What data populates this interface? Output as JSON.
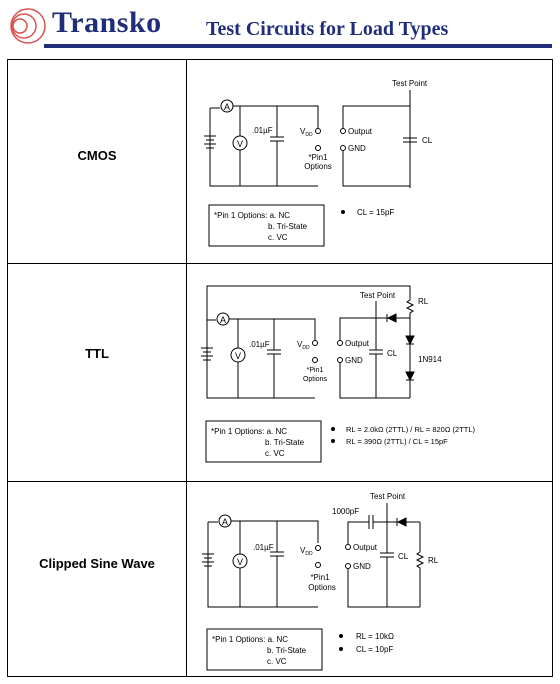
{
  "header": {
    "brand": "Transko",
    "title": "Test Circuits for Load Types"
  },
  "common": {
    "cap_01uF": ".01µF",
    "vdd": "V",
    "vdd_sub": "DD",
    "output": "Output",
    "gnd": "GND",
    "test_point": "Test Point",
    "cl": "CL",
    "rl": "RL",
    "ammeter": "A",
    "voltmeter": "V"
  },
  "cmos": {
    "label": "CMOS",
    "pin1": "*Pin1",
    "options": "Options",
    "pin_options": [
      "*Pin 1 Options: a. NC",
      "b. Tri-State",
      "c. VC"
    ],
    "specs": [
      "CL = 15pF"
    ]
  },
  "ttl": {
    "label": "TTL",
    "pin1": "*Pin1",
    "options": "Options",
    "diode": "1N914",
    "pin_options": [
      "*Pin 1 Options: a. NC",
      "b. Tri-State",
      "c. VC"
    ],
    "specs": [
      "RL = 2.0kΩ (2TTL) / RL = 820Ω (2TTL)",
      "RL = 390Ω (2TTL) / CL = 15pF"
    ]
  },
  "sine": {
    "label": "Clipped Sine Wave",
    "pin1": "*Pin1",
    "options": "Options",
    "coupling_cap": "1000pF",
    "pin_options": [
      "*Pin 1 Options: a. NC",
      "b. Tri-State",
      "c. VC"
    ],
    "specs": [
      "RL = 10kΩ",
      "CL = 10pF"
    ]
  }
}
